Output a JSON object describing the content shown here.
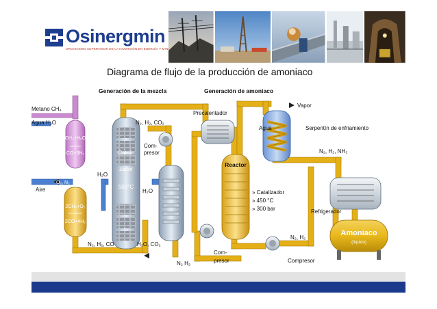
{
  "header": {
    "logo_text": "Osinergmin",
    "logo_subtitle": "ORGANISMO SUPERVISOR DE LA INVERSIÓN EN ENERGÍA Y MINERÍA"
  },
  "title": "Diagrama de flujo de la producción de amoniaco",
  "diagram": {
    "section_mix": "Generación de la mezcla",
    "section_ammonia": "Generación de amoniaco",
    "inlet_methane": "Metano CH₄",
    "inlet_water": "Agua  H₂O",
    "inlet_air": "Aire",
    "air_stream": "O₂, N₂",
    "reformer1_top": "CH₄+H₂O",
    "reformer1_bottom": "CO+3H₂",
    "reformer2_top": "2CH₄+O₂",
    "reformer2_bottom": "2CO+4H₂",
    "stream_n2h2co": "N₂, H₂, CO",
    "catalyst_line1": "Catali-",
    "catalyst_line2": "zador",
    "catalyst_temp": "500°C",
    "water_in1": "H₂O",
    "water_out1": "H₂O",
    "stream_n2h2co2": "N₂, H₂, CO₂",
    "compressor1_line1": "Com-",
    "compressor1_line2": "presor",
    "stream_h2oco2": "H₂O, CO₂",
    "stream_n2h2_a": "N₂ H₂",
    "compressor2_line1": "Com-",
    "compressor2_line2": "presor",
    "preheater": "Precalentador",
    "reactor": "Reactor",
    "reactor_catalyst": "» Catalizador",
    "reactor_temp": "» 450 °C",
    "reactor_pressure": "» 300 bar",
    "stream_n2h2_b": "N₂, H₂",
    "compressor3": "Compresor",
    "vapor": "Vapor",
    "water_in2": "Agua",
    "cooling_coil": "Serpentín de enfriamiento",
    "stream_n2h2nh3": "N₂, H₂, NH₃",
    "refrigerator": "Refrigerador",
    "tank_label": "Amoniaco",
    "tank_sublabel": "(líquido)"
  }
}
